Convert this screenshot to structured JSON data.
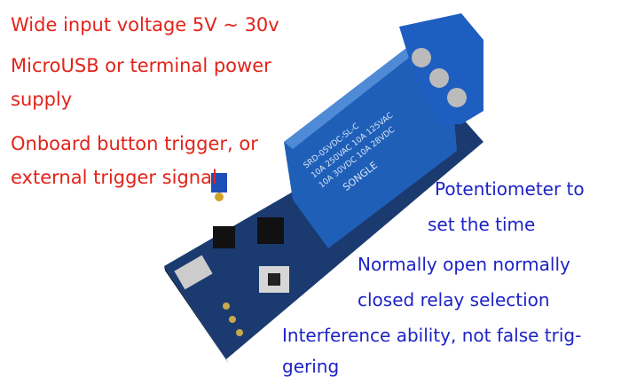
{
  "features": {
    "voltage": "Wide input voltage 5V ~ 30v",
    "power_line1": "MicroUSB or terminal power",
    "power_line2": "supply",
    "trigger_line1": "Onboard button trigger, or",
    "trigger_line2": "external trigger signal"
  },
  "annotations": {
    "pot_line1": "Potentiometer to",
    "pot_line2": "set the time",
    "relay_line1": "Normally open normally",
    "relay_line2": "closed relay selection",
    "interf_line1": "Interference ability, not false trig-",
    "interf_line2": "gering"
  },
  "relay": {
    "model": "SRD-05VDC-SL-C",
    "rating1": "10A 250VAC 10A 125VAC",
    "rating2": "10A 30VDC 10A 28VDC",
    "brand": "SONGLE"
  },
  "colors": {
    "red_text": "#e2231a",
    "blue_text": "#1d23c6",
    "pcb": "#1b3f7a",
    "relay": "#1f5fb8"
  }
}
